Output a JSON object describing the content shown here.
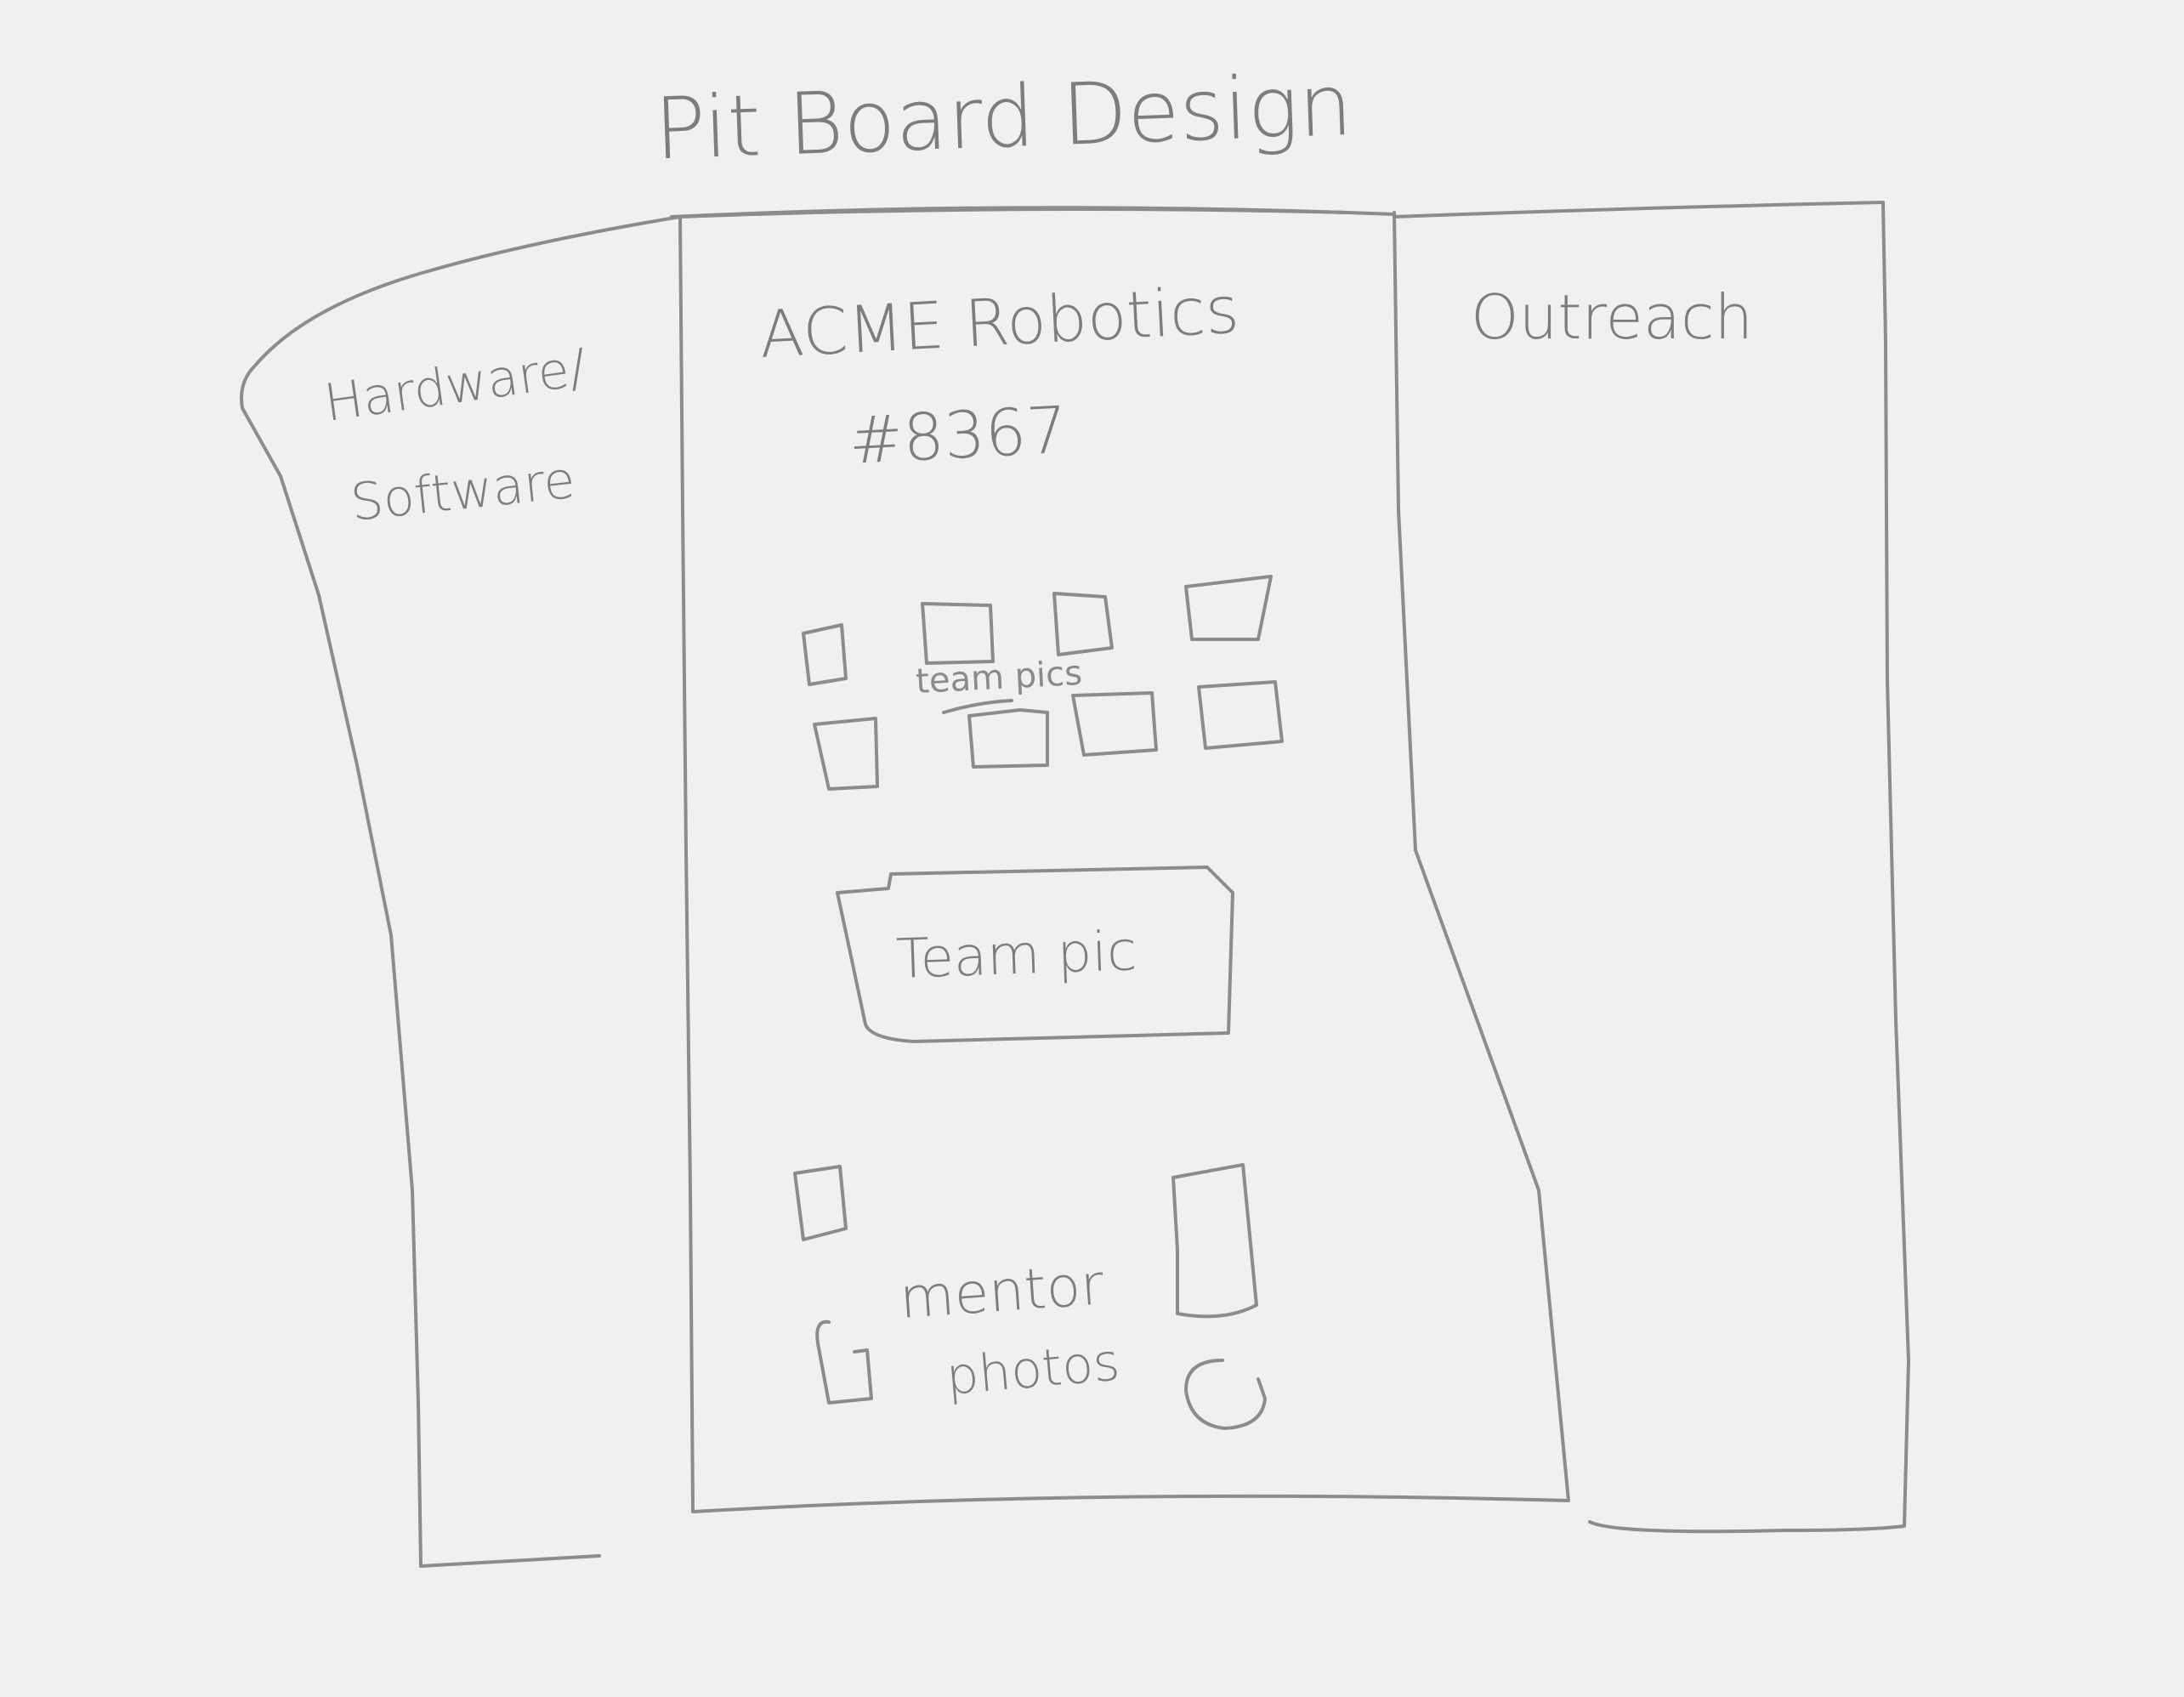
{
  "title": "Pit Board Design",
  "left_panel": {
    "heading_line1": "Hardware/",
    "heading_line2": "Software"
  },
  "center_panel": {
    "team_name": "ACME Robotics",
    "team_number": "#8367",
    "photo_grid_label": "team pics",
    "team_photo_label": "Team pic",
    "mentor_label_line1": "mentor",
    "mentor_label_line2": "photos"
  },
  "right_panel": {
    "heading": "Outreach"
  },
  "colors": {
    "paper": "#f1f0ee",
    "pencil": "#8c8c8c"
  }
}
